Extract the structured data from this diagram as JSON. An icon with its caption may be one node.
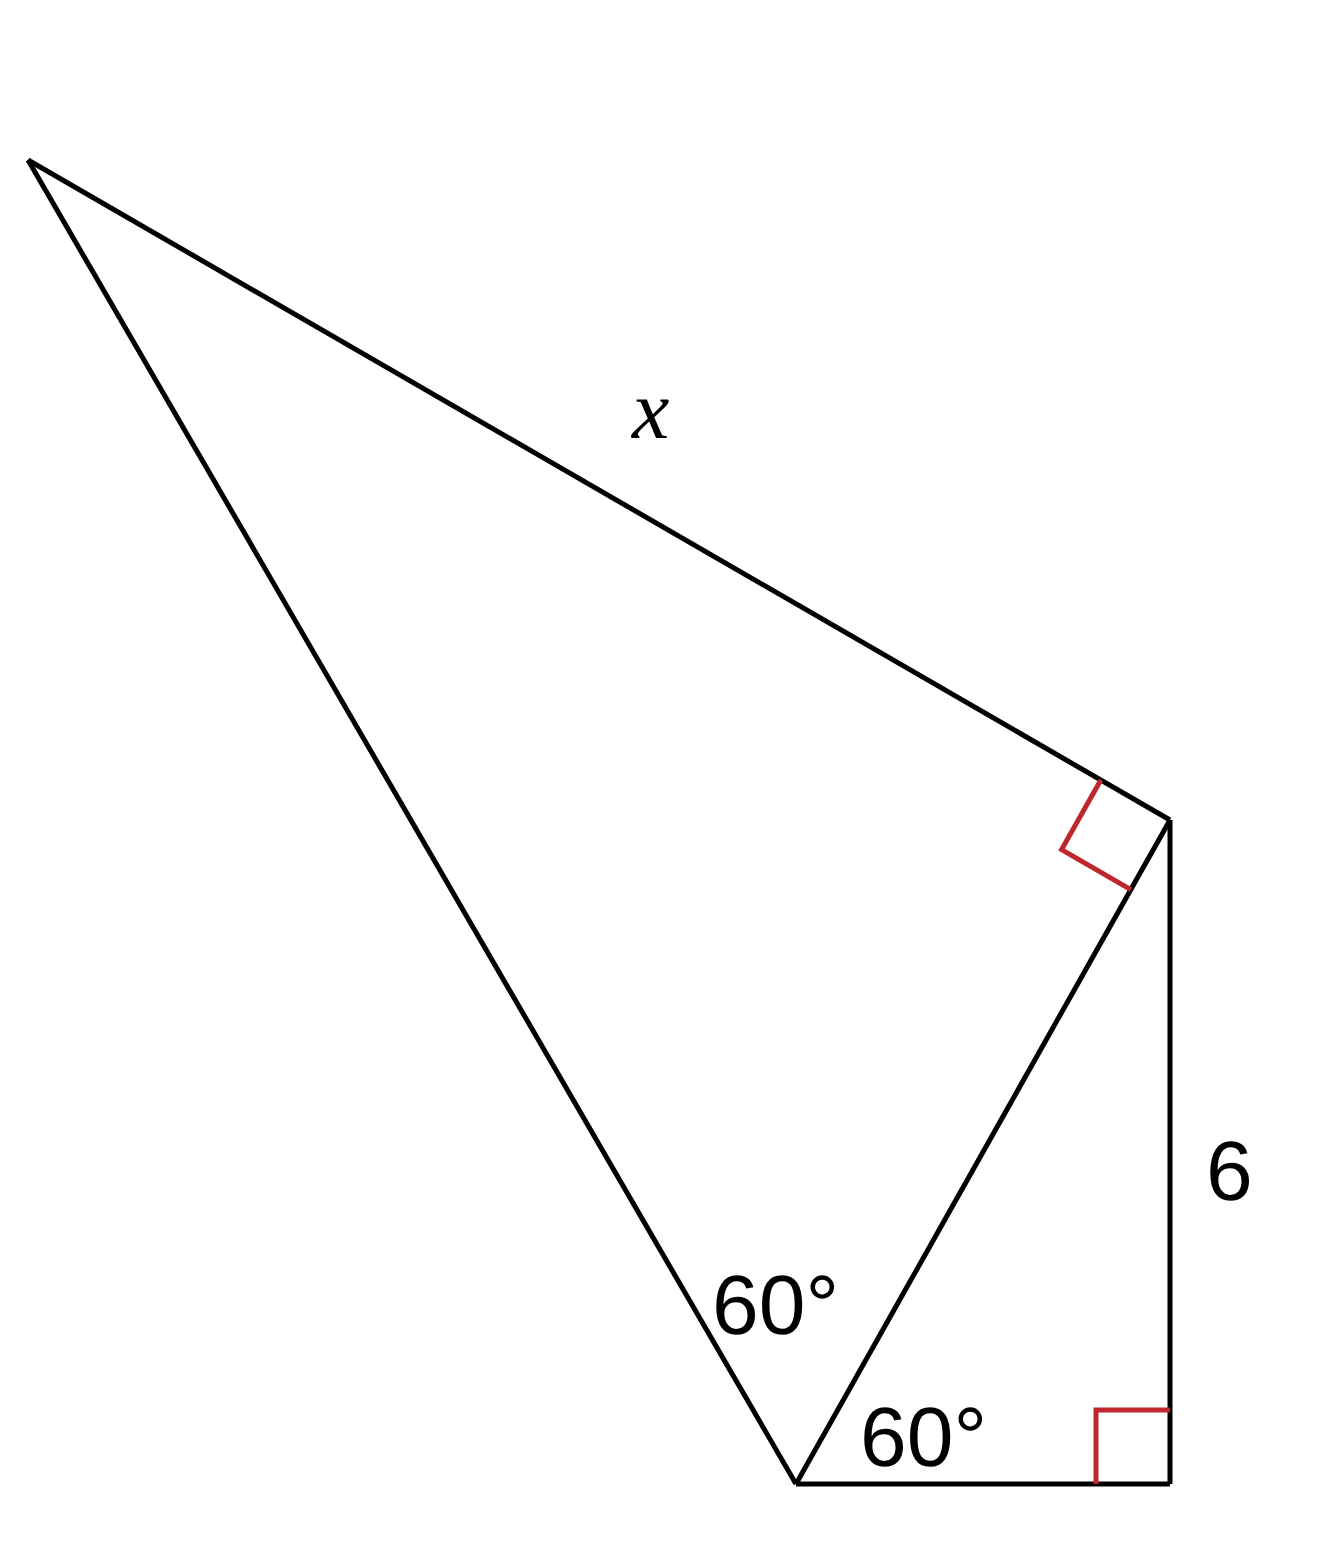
{
  "diagram": {
    "labels": [
      "x",
      "6",
      "60°",
      "60°"
    ]
  }
}
